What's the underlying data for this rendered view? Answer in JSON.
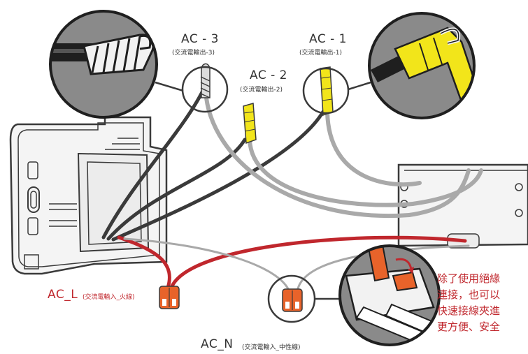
{
  "labels": {
    "ac3": {
      "title": "AC - 3",
      "sub": "(交流電輸出-3)"
    },
    "ac2": {
      "title": "AC - 2",
      "sub": "(交流電輸出-2)"
    },
    "ac1": {
      "title": "AC - 1",
      "sub": "(交流電輸出-1)"
    },
    "acl": {
      "title": "AC_L",
      "sub": "(交流電輸入_火線)"
    },
    "acn": {
      "title": "AC_N",
      "sub": "(交流電輸入_中性線)"
    }
  },
  "note": {
    "lines": [
      "除了使用絕緣",
      "連接，也可以",
      "快速接線夾進",
      "更方便、安全"
    ]
  },
  "colors": {
    "live_wire": "#c0272d",
    "black_wire": "#3a3a3a",
    "gray_wire": "#a9a9a9",
    "insulating_tape": "#f2e51a",
    "connector": "#e8632a",
    "zoom_fill": "#8a8a8a"
  }
}
